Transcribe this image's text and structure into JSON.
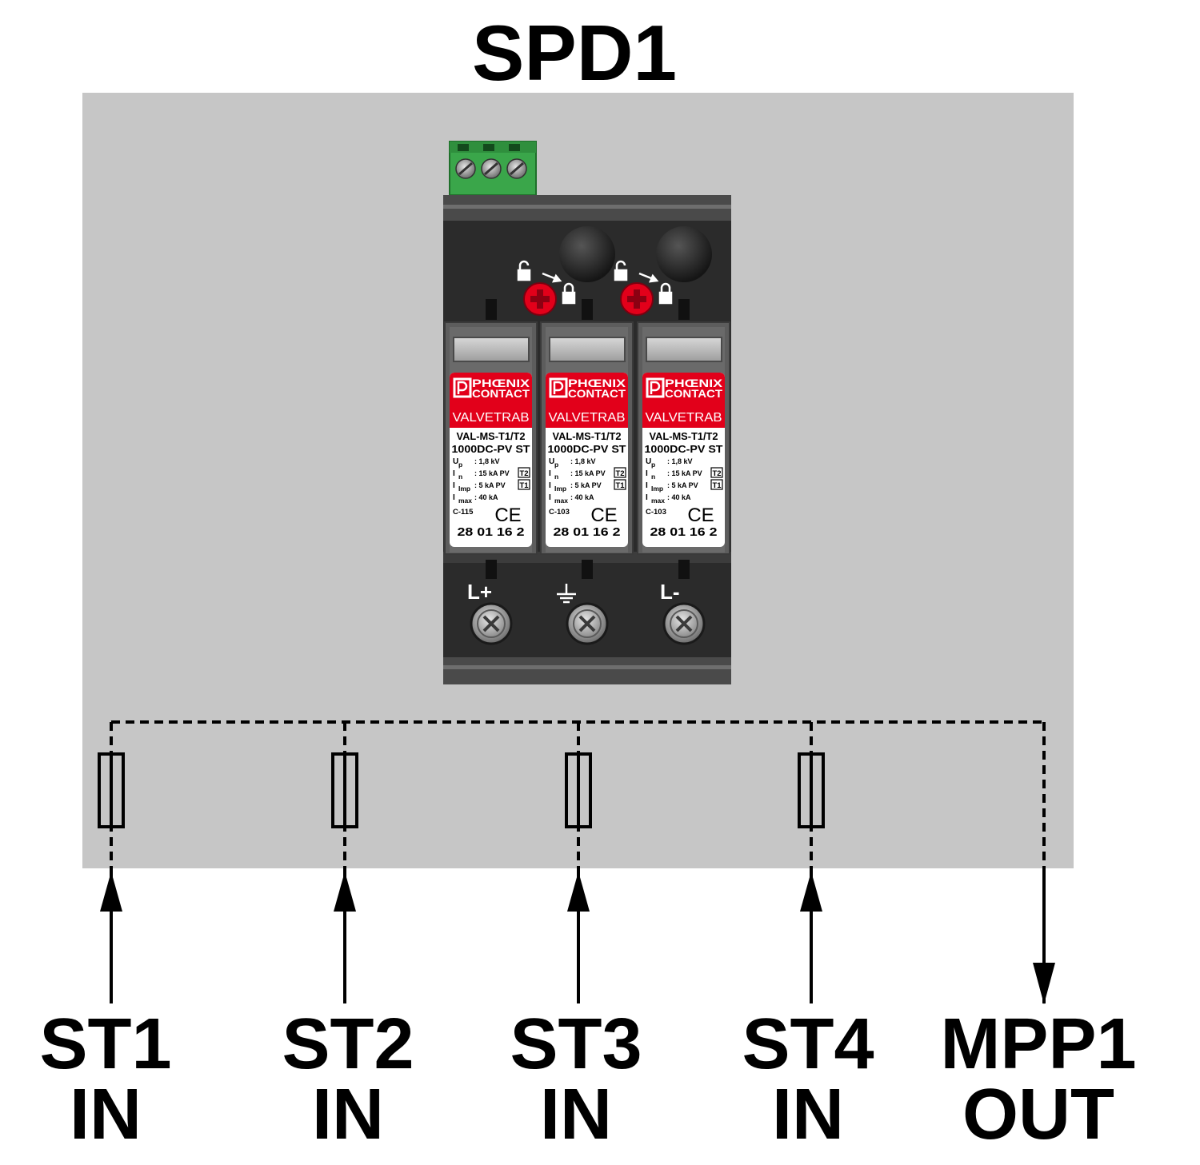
{
  "title": "SPD1",
  "colors": {
    "panel": "#c6c6c6",
    "housing": "#2b2b2b",
    "brand_red": "#e2001a",
    "terminal_green": "#3aa64a",
    "line": "#000000"
  },
  "device": {
    "terminals": [
      {
        "label": "L+",
        "icon": ""
      },
      {
        "label": "",
        "icon": "ground-symbol-icon"
      },
      {
        "label": "L-",
        "icon": ""
      }
    ],
    "modules": [
      {
        "brand_line1": "PHŒNIX",
        "brand_line2": "CONTACT",
        "series": "VALVETRAB",
        "model_line1": "VAL-MS-T1/T2",
        "model_line2": "1000DC-PV ST",
        "specs": [
          {
            "sym": "U",
            "sub": "p",
            "val": ": 1,8 kV",
            "tag": ""
          },
          {
            "sym": "I",
            "sub": "n",
            "val": ": 15 kA PV",
            "tag": "T2"
          },
          {
            "sym": "I",
            "sub": "Imp",
            "val": ": 5   kA PV",
            "tag": "T1"
          },
          {
            "sym": "I",
            "sub": "max",
            "val": ": 40 kA",
            "tag": ""
          }
        ],
        "code": "C-115",
        "ce": "CE",
        "article": "28 01 16 2"
      },
      {
        "brand_line1": "PHŒNIX",
        "brand_line2": "CONTACT",
        "series": "VALVETRAB",
        "model_line1": "VAL-MS-T1/T2",
        "model_line2": "1000DC-PV ST",
        "specs": [
          {
            "sym": "U",
            "sub": "p",
            "val": ": 1,8 kV",
            "tag": ""
          },
          {
            "sym": "I",
            "sub": "n",
            "val": ": 15 kA PV",
            "tag": "T2"
          },
          {
            "sym": "I",
            "sub": "Imp",
            "val": ": 5   kA PV",
            "tag": "T1"
          },
          {
            "sym": "I",
            "sub": "max",
            "val": ": 40 kA",
            "tag": ""
          }
        ],
        "code": "C-103",
        "ce": "CE",
        "article": "28 01 16 2"
      },
      {
        "brand_line1": "PHŒNIX",
        "brand_line2": "CONTACT",
        "series": "VALVETRAB",
        "model_line1": "VAL-MS-T1/T2",
        "model_line2": "1000DC-PV ST",
        "specs": [
          {
            "sym": "U",
            "sub": "p",
            "val": ": 1,8 kV",
            "tag": ""
          },
          {
            "sym": "I",
            "sub": "n",
            "val": ": 15 kA PV",
            "tag": "T2"
          },
          {
            "sym": "I",
            "sub": "Imp",
            "val": ": 5   kA PV",
            "tag": "T1"
          },
          {
            "sym": "I",
            "sub": "max",
            "val": ": 40 kA",
            "tag": ""
          }
        ],
        "code": "C-103",
        "ce": "CE",
        "article": "28 01 16 2"
      }
    ]
  },
  "connections": [
    {
      "line1": "ST1",
      "line2": "IN",
      "direction": "in",
      "fuse": true
    },
    {
      "line1": "ST2",
      "line2": "IN",
      "direction": "in",
      "fuse": true
    },
    {
      "line1": "ST3",
      "line2": "IN",
      "direction": "in",
      "fuse": true
    },
    {
      "line1": "ST4",
      "line2": "IN",
      "direction": "in",
      "fuse": true
    },
    {
      "line1": "MPP1",
      "line2": "OUT",
      "direction": "out",
      "fuse": false
    }
  ]
}
